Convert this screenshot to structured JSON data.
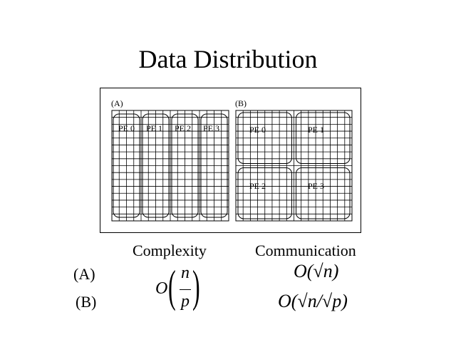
{
  "title": "Data Distribution",
  "diagram": {
    "panel_a": {
      "label": "(A)",
      "pe_labels": [
        "PE 0",
        "PE 1",
        "PE 2",
        "PE 3"
      ]
    },
    "panel_b": {
      "label": "(B)",
      "pe_labels": [
        "PE 0",
        "PE 1",
        "PE 2",
        "PE 3"
      ]
    },
    "grid_cells": 16
  },
  "table": {
    "col_complexity": "Complexity",
    "col_communication": "Communication",
    "row_a": "(A)",
    "row_b": "(B)",
    "complexity_O": "O",
    "complexity_num": "n",
    "complexity_den": "p",
    "comm_a": "O(√n)",
    "comm_b": "O(√n/√p)"
  }
}
